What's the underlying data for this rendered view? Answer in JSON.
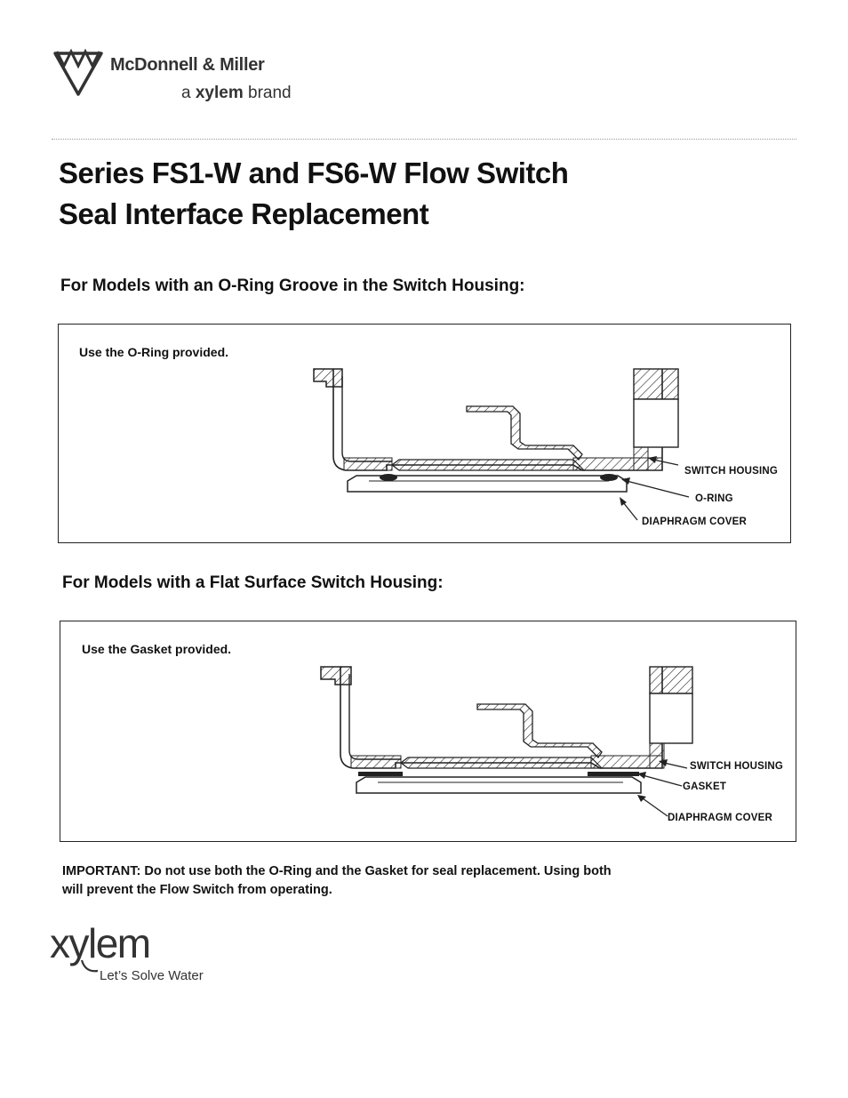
{
  "header": {
    "brand_name": "McDonnell & Miller",
    "brand_sub_prefix": "a",
    "brand_sub_company": "xylem",
    "brand_sub_suffix": "brand",
    "logo_icon": "mm-shield-logo"
  },
  "title": {
    "line1": "Series FS1-W and FS6-W Flow Switch",
    "line2": "Seal Interface Replacement"
  },
  "section1": {
    "heading": "For Models with an O-Ring Groove in the Switch Housing:",
    "note": "Use the O-Ring provided.",
    "callouts": {
      "housing": "SWITCH HOUSING",
      "seal": "O-RING",
      "cover": "DIAPHRAGM COVER"
    }
  },
  "section2": {
    "heading": "For Models with a Flat Surface Switch Housing:",
    "note": "Use the Gasket provided.",
    "callouts": {
      "housing": "SWITCH HOUSING",
      "seal": "GASKET",
      "cover": "DIAPHRAGM COVER"
    }
  },
  "important": {
    "text": "IMPORTANT: Do not use both the O-Ring and the Gasket for seal replacement. Using both will prevent the Flow Switch from operating."
  },
  "footer": {
    "logo_word": "xylem",
    "tagline": "Let’s Solve Water"
  }
}
